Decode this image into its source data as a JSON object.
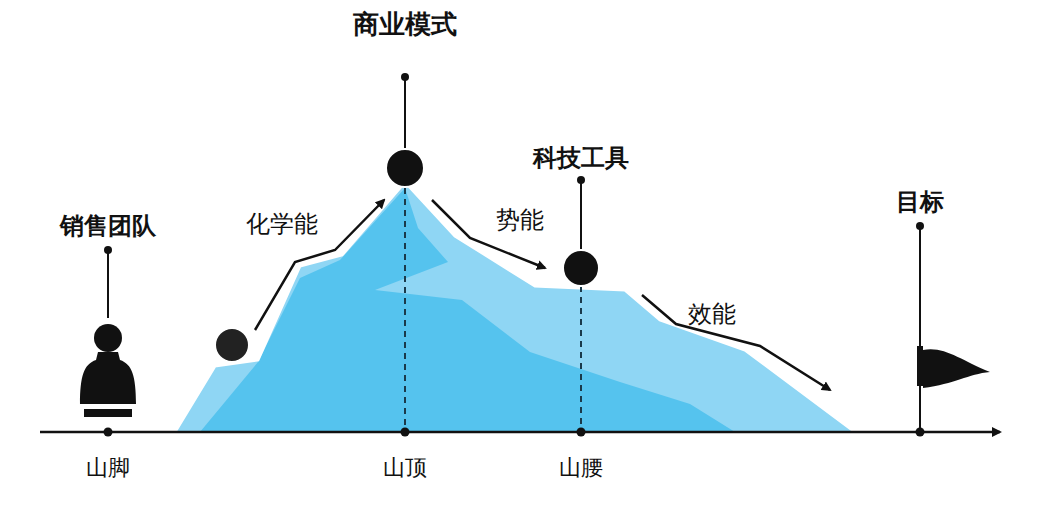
{
  "diagram": {
    "labels": [
      "商业模式",
      "科技工具",
      "销售团队",
      "化学能",
      "势能",
      "目标",
      "效能",
      "山脚",
      "山顶",
      "山腰"
    ]
  }
}
